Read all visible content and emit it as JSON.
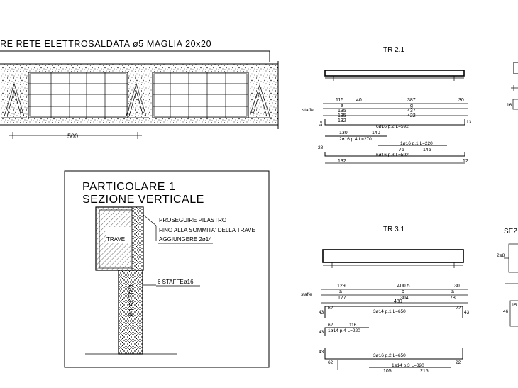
{
  "top_left": {
    "title": "RE RETE ELETTROSALDATA ø5 MAGLIA 20x20",
    "dim_500": "500"
  },
  "particolare": {
    "title_line1": "PARTICOLARE 1",
    "title_line2": "SEZIONE VERTICALE",
    "note1_line1": "PROSEGUIRE PILASTRO",
    "note1_line2": "FINO ALLA SOMMITA' DELLA TRAVE",
    "note1_line3": "AGGIUNGERE 2ø14",
    "trave": "TRAVE",
    "staffe": "6 STAFFEø16",
    "pilastro": "PILASTRO"
  },
  "tr21": {
    "title": "TR 2.1",
    "staffe_label": "staffe",
    "dims": [
      "115",
      "40",
      "387",
      "30",
      "a",
      "135",
      "g",
      "437",
      "135",
      "422",
      "132",
      "15",
      "13",
      "130",
      "140",
      "28",
      "132",
      "12"
    ],
    "bar_p2": "6ø16 p.2 L=592",
    "bar_p4": "2ø16 p.4 L=270",
    "bar_p1": "1ø16 p.1 L=220",
    "bar_p1_a": "75",
    "bar_p1_b": "145",
    "bar_p3": "6ø16 p.3 L=592"
  },
  "tr31": {
    "title": "TR 3.1",
    "staffe_label": "staffe",
    "dims": [
      "129",
      "400.5",
      "30",
      "a",
      "b",
      "a",
      "177",
      "304",
      "78",
      "480",
      "62",
      "22",
      "43",
      "43",
      "62",
      "116",
      "43",
      "43",
      "62",
      "22"
    ],
    "bar_p1": "3ø14 p.1 L=650",
    "bar_p4": "1ø14 p.4 L=220",
    "bar_p2": "3ø16 p.2 L=650",
    "bar_p3": "1ø14 p.3 L=320",
    "bar_p3_a": "105",
    "bar_p3_b": "215"
  },
  "right_edge": {
    "label_16": "16",
    "label_sez": "SEZ",
    "label_2f8": "2ø8",
    "label_46": "46",
    "label_15": "15"
  }
}
